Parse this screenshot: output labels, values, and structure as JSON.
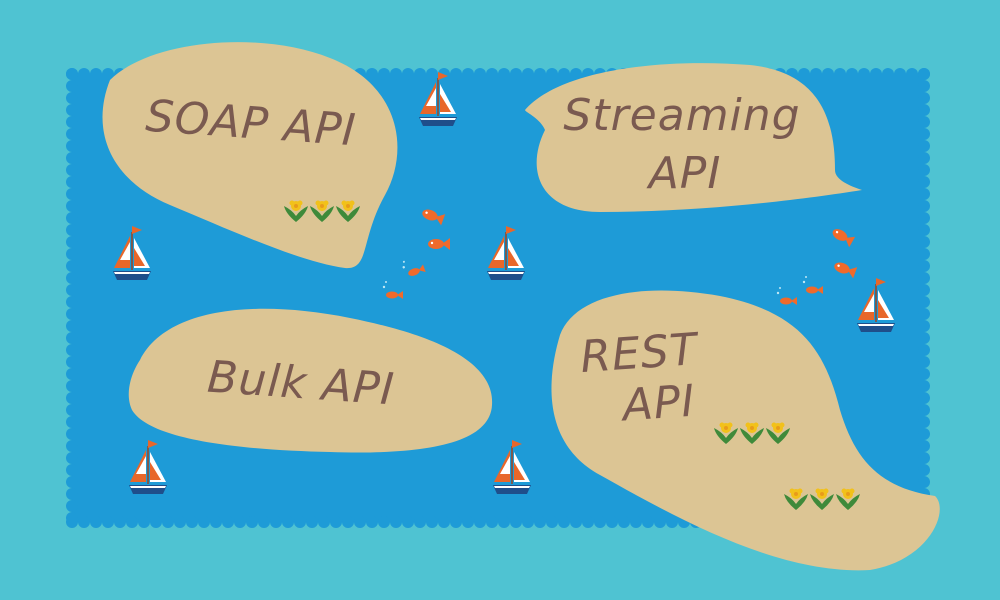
{
  "islands": [
    {
      "id": "soap",
      "lines": [
        "SOAP API"
      ]
    },
    {
      "id": "streaming",
      "lines": [
        "Streaming",
        "API"
      ]
    },
    {
      "id": "bulk",
      "lines": [
        "Bulk API"
      ]
    },
    {
      "id": "rest",
      "lines": [
        "REST",
        "API"
      ]
    }
  ],
  "colors": {
    "background": "#4fc3d2",
    "sea": "#1e9bd7",
    "sand": "#dcc594",
    "text": "#7a5a50",
    "boat_hull": "#1f4e8a",
    "boat_sail": "#e8672a",
    "fish": "#f06a2b",
    "flower": "#f2c11a",
    "leaf": "#3f8a3a"
  }
}
